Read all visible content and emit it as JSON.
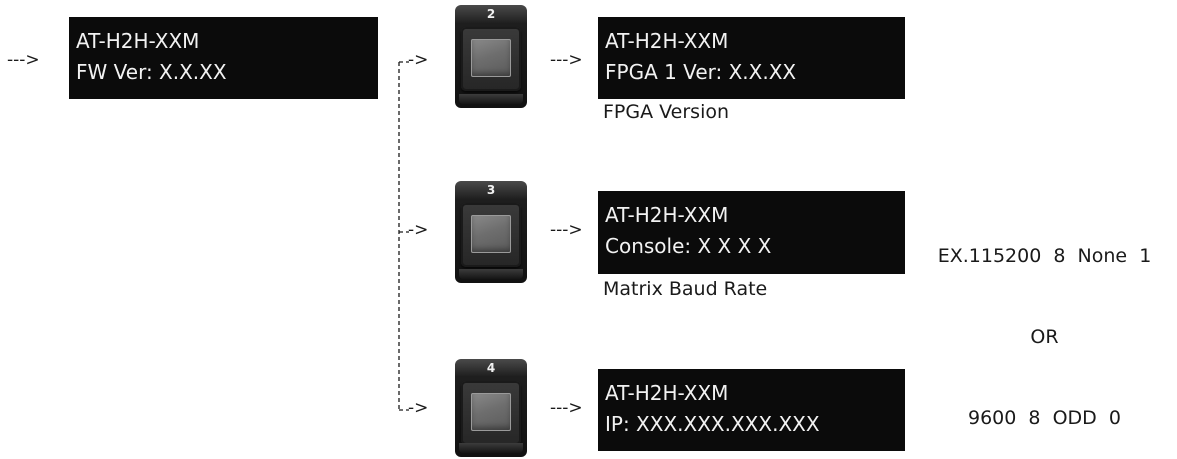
{
  "arrow_text": "--->",
  "branch_arrow_text": "->",
  "start_display": {
    "line1": "AT-H2H-XXM",
    "line2": "FW Ver: X.X.XX"
  },
  "branches": [
    {
      "button_number": "2",
      "line1": "AT-H2H-XXM",
      "line2": "FPGA 1 Ver: X.X.XX",
      "caption": "FPGA Version"
    },
    {
      "button_number": "3",
      "line1": "AT-H2H-XXM",
      "line2": "Console: X X X X",
      "caption": "Matrix Baud Rate"
    },
    {
      "button_number": "4",
      "line1": "AT-H2H-XXM",
      "line2": "IP: XXX.XXX.XXX.XXX",
      "caption": ""
    }
  ],
  "example": {
    "line1": "EX.115200  8  None  1",
    "line2": "OR",
    "line3": "9600  8  ODD  0"
  },
  "colors": {
    "lcd_background": "#0b0b0b",
    "lcd_text": "#f2f2f2"
  }
}
